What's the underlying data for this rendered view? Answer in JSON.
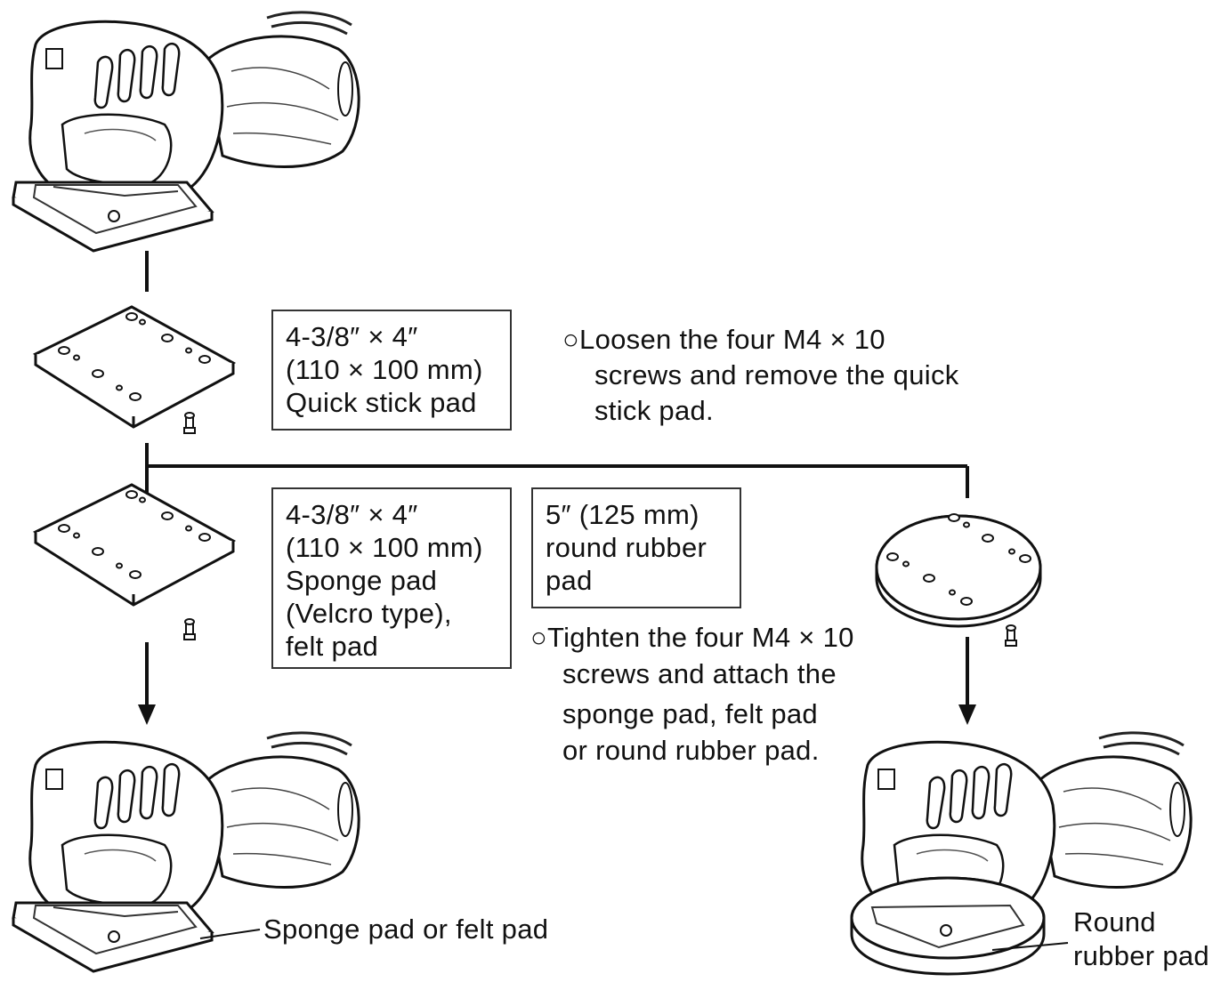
{
  "quick_stick_box": {
    "size": "4-3/8″ × 4″",
    "metric": "(110 × 100 mm)",
    "name": "Quick stick pad"
  },
  "sponge_box": {
    "size": "4-3/8″ × 4″",
    "metric": "(110 × 100 mm)",
    "name": "Sponge pad",
    "type": "(Velcro type),",
    "alt": "felt pad"
  },
  "round_box": {
    "size": "5″ (125 mm)",
    "name1": "round rubber",
    "name2": "pad"
  },
  "loosen_note": {
    "line1": "○Loosen the four M4 × 10",
    "line2": "screws and remove the quick",
    "line3": "stick pad."
  },
  "tighten_note": {
    "line1": "○Tighten the four M4 × 10",
    "line2": "screws and attach the",
    "line3": "sponge pad, felt pad",
    "line4": "or round rubber pad."
  },
  "callouts": {
    "sponge_or_felt": "Sponge pad or felt pad",
    "round1": "Round",
    "round2": "rubber pad"
  }
}
